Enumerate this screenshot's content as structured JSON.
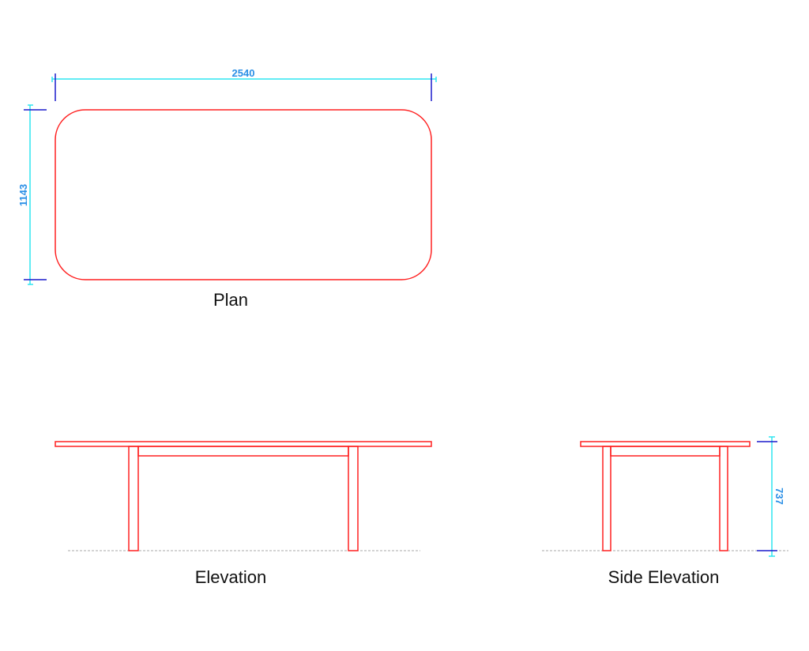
{
  "drawing": {
    "views": {
      "plan": {
        "label": "Plan"
      },
      "elevation": {
        "label": "Elevation"
      },
      "side_elevation": {
        "label": "Side Elevation"
      }
    },
    "dimensions": {
      "length": "2540",
      "width": "1143",
      "height": "737"
    }
  },
  "colors": {
    "outline": "#ff2020",
    "dimension_line": "#2ee6f0",
    "dimension_tick": "#1a1acc",
    "dimension_text": "#2a8fe6",
    "ground_line": "#aaaaaa"
  }
}
